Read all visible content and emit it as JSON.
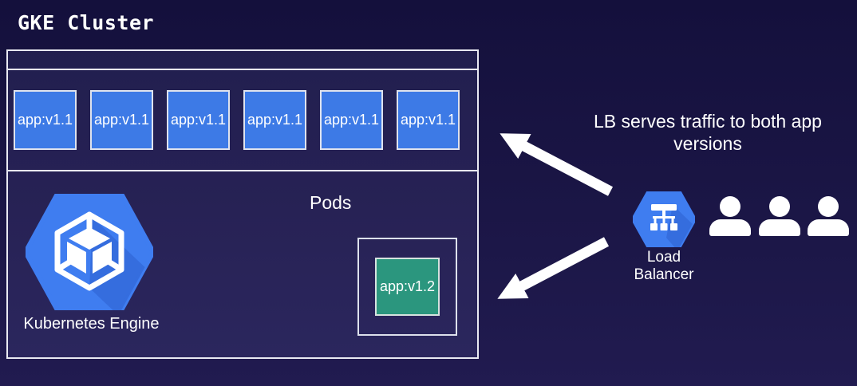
{
  "title": "GKE Cluster",
  "cluster": {
    "pods_label": "Pods",
    "v11_pods": [
      "app:v1.1",
      "app:v1.1",
      "app:v1.1",
      "app:v1.1",
      "app:v1.1",
      "app:v1.1"
    ],
    "v12_pod_label": "app:v1.2",
    "engine_label": "Kubernetes Engine"
  },
  "load_balancer": {
    "label": "Load Balancer",
    "note": "LB serves traffic to both app versions",
    "user_count": 3
  },
  "icons": {
    "kubernetes_engine": "kubernetes-engine-hexagon-icon",
    "load_balancer": "load-balancer-hexagon-icon",
    "user": "user-icon",
    "arrow_to_v11_pods": "arrow-to-v11-pods-icon",
    "arrow_to_v12_pod": "arrow-to-v12-pod-icon"
  },
  "colors": {
    "background_top": "#14103c",
    "background_bottom": "#211b50",
    "pod_blue": "#3d7ae6",
    "pod_teal": "#2b967e",
    "gcp_hexagon_blue": "#3f7df0",
    "hexagon_shadow_blue": "#2f63d2",
    "border_light": "#e9e9f2",
    "text_white": "#ffffff"
  }
}
